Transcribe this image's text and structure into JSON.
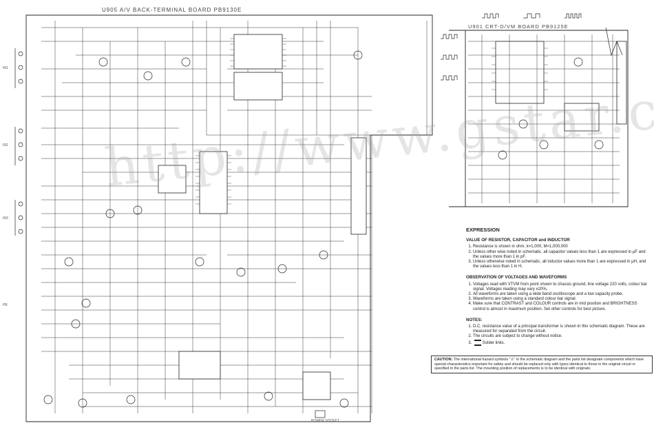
{
  "boards": {
    "av_title": "U905 A/V BACK-TERMINAL BOARD PB9130E",
    "crt_title": "U901 CRT-D/VM BOARD PB9125E"
  },
  "watermark": "http://www.gstar.com",
  "side_labels": {
    "in1": "IN1",
    "in2": "IN2",
    "in3": "IN3",
    "pb_b": "PB",
    "power": "POWER SOCKET"
  },
  "notes": {
    "heading": "EXPRESSION",
    "resistor_heading": "VALUE OF RESISTOR, CAPACITOR and INDUCTOR",
    "resistor_items": [
      "Resistance is shown in ohm, k=1,000, M=1,000,000",
      "Unless other wise noted in schematic, all capacitor values less than 1 are expressed in μF and the values more than 1 in pF.",
      "Unless otherwise noted in schematic, all inductor values more than 1 are expressed in μH, and the values less than 1 in H."
    ],
    "voltage_heading": "OBSERVATION OF VOLTAGES AND WAVEFORMS",
    "voltage_items": [
      "Voltages read with VTVM from point shown to chassis ground, line voltage 220 volts, colour bar signal. Voltages reading may vary ±20%.",
      "All waveforms are taken using a wide band oscilloscope and a low capacity probe.",
      "Waveforms are taken using a standard colour bar signal.",
      "Make sure that CONTRAST and COLOUR controls are in mid position and BRIGHTNESS control is almost in maximum position. Set other controls for best picture."
    ],
    "notes_heading": "NOTES:",
    "notes_items": [
      "D.C. resistance value of a principal transformer is shown in this schematic diagram. These are measured for separated from the circuit.",
      "The circuits are subject to change without notice.",
      "Solder links."
    ]
  },
  "caution": {
    "label": "CAUTION:",
    "text": "The international hazard symbols \"⚠\" in the schematic diagram and the parts list designate components which have special characteristics important for safety and should be replaced only with types identical to those in the original circuit or specified in the parts list. The mounting position of replacements is to be identical with originals."
  },
  "colors": {
    "line": "#222222",
    "watermark": "#a0a0a0",
    "background": "#ffffff"
  }
}
